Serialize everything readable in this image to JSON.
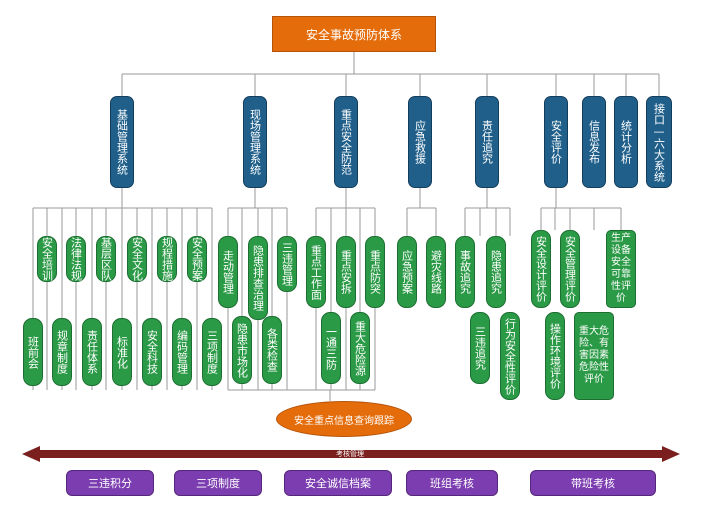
{
  "root": "安全事故预防体系",
  "categories": [
    {
      "label": "基础管理系统"
    },
    {
      "label": "现场管理系统"
    },
    {
      "label": "重点安全防范"
    },
    {
      "label": "应急救援"
    },
    {
      "label": "责任追究"
    },
    {
      "label": "安全评价"
    },
    {
      "label": "信息发布"
    },
    {
      "label": "统计分析"
    },
    {
      "label": "接口—六大系统"
    }
  ],
  "base_mgmt": [
    "安全培训",
    "法律法规",
    "基层区队",
    "安全文化",
    "规程措施",
    "安全预案",
    "班前会",
    "规章制度",
    "责任体系",
    "标准化",
    "安全科技",
    "编码管理",
    "三项制度"
  ],
  "site_mgmt": [
    "走动管理",
    "隐患排查治理",
    "三违管理",
    "隐患市场化",
    "各类检查"
  ],
  "key_safety": [
    "重点工作面",
    "重点安拆",
    "重点防突",
    "一通三防",
    "重大危险源"
  ],
  "emergency": [
    "应急预案",
    "避灾线路"
  ],
  "accountability": [
    "事故追究",
    "隐患追究",
    "三违追究",
    "行为安全性评价"
  ],
  "evaluation": [
    "安全设计评价",
    "安全管理评价",
    "生产设备安全可靠性评价",
    "操作环境评价",
    "重大危险、有害因素危险性评价"
  ],
  "tracking": "安全重点信息查询跟踪",
  "arrow_label": "考核管理",
  "bottom_boxes": [
    "三违积分",
    "三项制度",
    "安全诚信档案",
    "班组考核",
    "带班考核"
  ]
}
